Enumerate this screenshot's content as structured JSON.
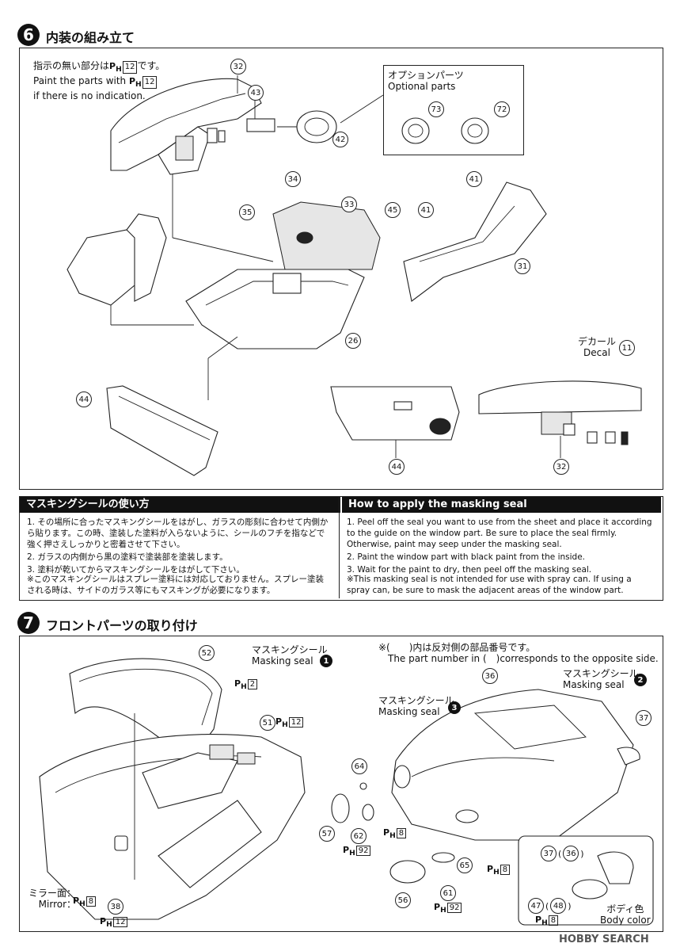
{
  "step6": {
    "number": "6",
    "title": "内装の組み立て",
    "paint_note_jp": "指示の無い部分は",
    "paint_note_jp_suffix": "です。",
    "paint_note_en": "Paint the parts with",
    "paint_note_en2": "if there is no indication.",
    "ph_code": "H",
    "ph_num": "12",
    "option_jp": "オプションパーツ",
    "option_en": "Optional parts",
    "decal_jp": "デカール",
    "decal_en": "Decal",
    "decal_num": "11",
    "parts": [
      "32",
      "43",
      "42",
      "73",
      "72",
      "34",
      "33",
      "45",
      "35",
      "41",
      "41",
      "31",
      "26",
      "44",
      "44",
      "32"
    ]
  },
  "masking": {
    "jp_header": "マスキングシールの使い方",
    "en_header": "How to apply the masking seal",
    "jp_items": [
      "1. その場所に合ったマスキングシールをはがし、ガラスの彫刻に合わせて内側から貼ります。この時、塗装した塗料が入らないように、シールのフチを指などで強く押さえしっかりと密着させて下さい。",
      "2. ガラスの内側から黒の塗料で塗装部を塗装します。",
      "3. 塗料が乾いてからマスキングシールをはがして下さい。"
    ],
    "jp_note": "※このマスキングシールはスプレー塗料には対応しておりません。スプレー塗装される時は、サイドのガラス等にもマスキングが必要になります。",
    "en_items": [
      "1. Peel off the seal you want to use from the sheet and place it according to the guide on the window part. Be sure to place the seal firmly. Otherwise, paint may seep under the masking seal.",
      "2. Paint the window part with black paint from the inside.",
      "3. Wait for the paint to dry, then peel off the masking seal."
    ],
    "en_note": "※This masking seal is not intended for use with spray can.  If using a spray can, be sure to mask the adjacent areas of the window part."
  },
  "step7": {
    "number": "7",
    "title": "フロントパーツの取り付け",
    "opposite_jp": "※(　　)内は反対側の部品番号です。",
    "opposite_en": "The part number in (　)corresponds to the opposite side.",
    "mask_jp": "マスキングシール",
    "mask_en": "Masking seal",
    "mask_nums": [
      "1",
      "2",
      "3"
    ],
    "mirror_jp": "ミラー面：",
    "mirror_en": "Mirror：",
    "body_jp": "ボディ色",
    "body_en": "Body color",
    "ph_codes": {
      "p52": "2",
      "p51": "12",
      "mirror": "8",
      "p38": "12",
      "p62": "8",
      "p62b": "92",
      "p65": "8",
      "p61": "92",
      "p47": "8"
    },
    "parts": [
      "52",
      "51",
      "38",
      "36",
      "37",
      "64",
      "57",
      "62",
      "56",
      "61",
      "65",
      "37",
      "36",
      "47",
      "48"
    ]
  },
  "watermark": "HOBBY SEARCH"
}
